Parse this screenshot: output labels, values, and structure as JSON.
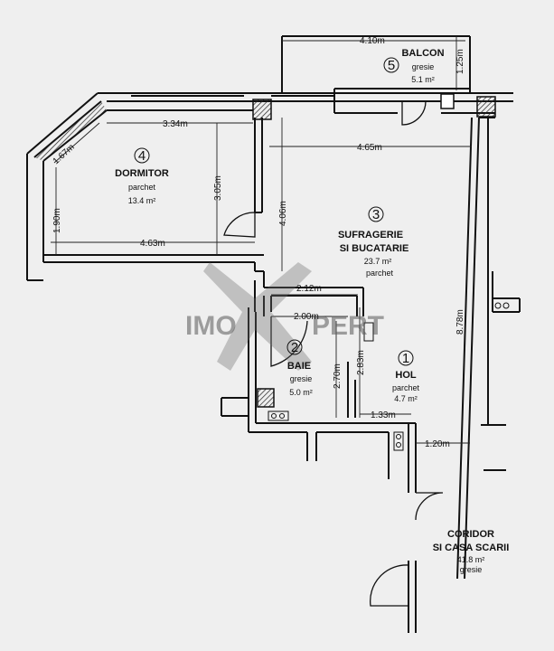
{
  "rooms": {
    "balcon": {
      "number": "5",
      "name": "BALCON",
      "finish": "gresie",
      "area": "5.1  m²"
    },
    "dormitor": {
      "number": "4",
      "name": "DORMITOR",
      "finish": "parchet",
      "area": "13.4  m²"
    },
    "sufragerie": {
      "number": "3",
      "name_line1": "SUFRAGERIE",
      "name_line2": "SI BUCATARIE",
      "area": "23.7  m²",
      "finish": "parchet"
    },
    "baie": {
      "number": "2",
      "name": "BAIE",
      "finish": "gresie",
      "area": "5.0  m²"
    },
    "hol": {
      "number": "1",
      "name": "HOL",
      "finish": "parchet",
      "area": "4.7  m²"
    },
    "coridor": {
      "name_line1": "CORIDOR",
      "name_line2": "SI CASA SCARII",
      "area": "41.8  m²",
      "finish": "gresie"
    }
  },
  "dimensions": {
    "balcon_width": "4.10m",
    "balcon_depth": "1.25m",
    "dormitor_top": "3.34m",
    "dormitor_diag": "1.67m",
    "dormitor_left": "1.90m",
    "dormitor_height": "3.05m",
    "dormitor_bottom": "4.63m",
    "living_width": "4.65m",
    "living_height": "4.06m",
    "baie_outer_width": "2.12m",
    "baie_inner_width": "2.00m",
    "baie_height": "2.70m",
    "hol_height": "2.83m",
    "hol_width": "1.33m",
    "total_height": "8.78m",
    "entry_width": "1.20m"
  },
  "watermark": {
    "left": "IMO",
    "right": "PERT"
  }
}
